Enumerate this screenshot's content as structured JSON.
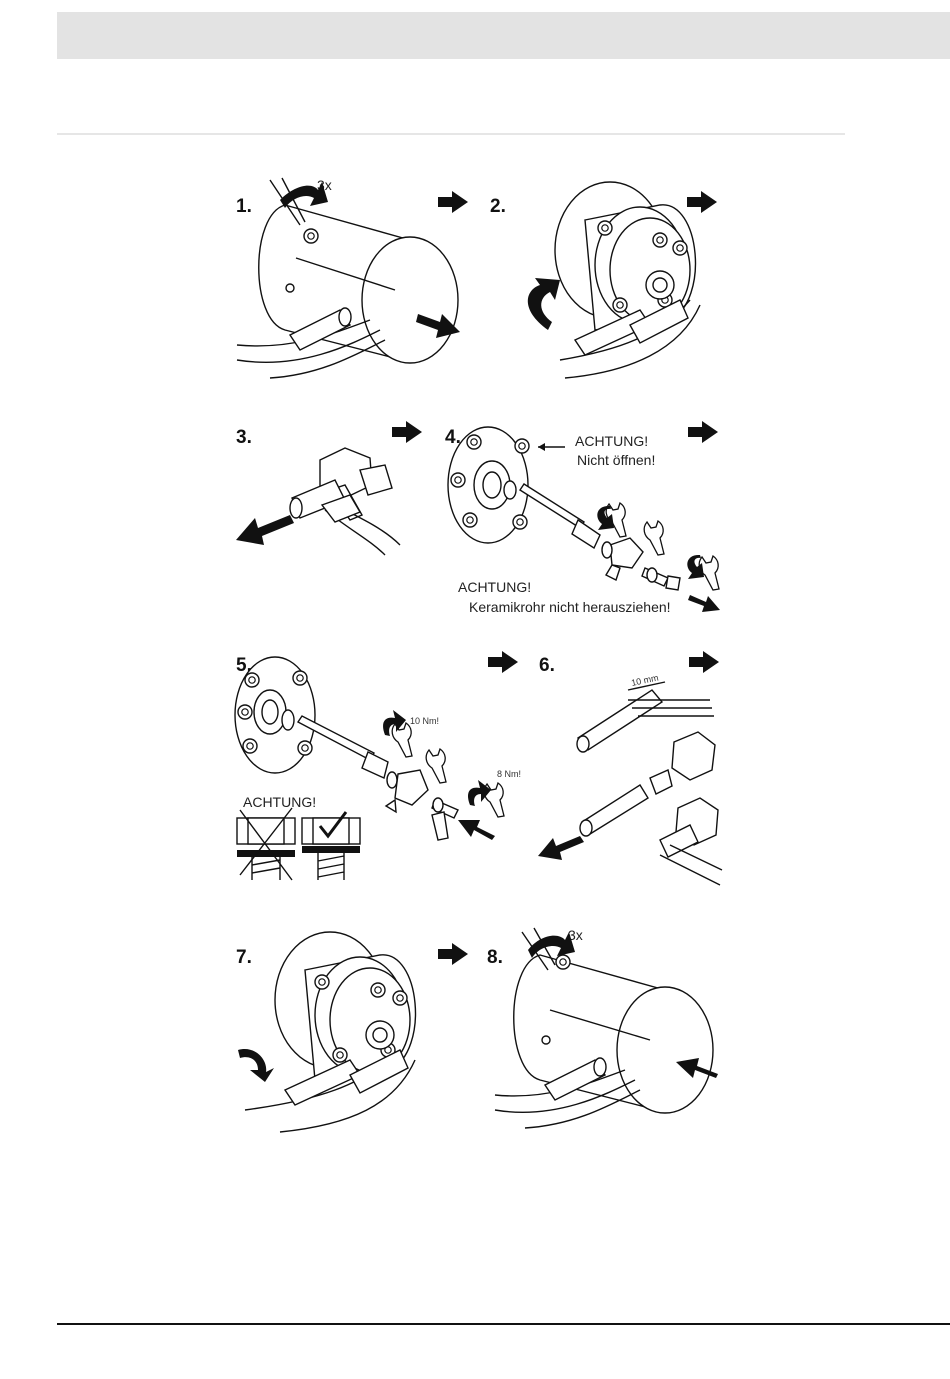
{
  "steps": [
    {
      "number": "1."
    },
    {
      "number": "2."
    },
    {
      "number": "3."
    },
    {
      "number": "4."
    },
    {
      "number": "5."
    },
    {
      "number": "6."
    },
    {
      "number": "7."
    },
    {
      "number": "8."
    }
  ],
  "labels": {
    "step1_count": "3x",
    "step8_count": "3x",
    "step4_warning_title": "ACHTUNG!",
    "step4_warning_text": "Nicht öffnen!",
    "step4_warning2_title": "ACHTUNG!",
    "step4_warning2_text": "Keramikrohr nicht herausziehen!",
    "step5_torque1": "10 Nm!",
    "step5_torque2": "8 Nm!",
    "step5_warning": "ACHTUNG!",
    "step6_measure": "10 mm"
  },
  "icons": [
    "arrow-right-icon",
    "curved-arrow-icon",
    "check-icon"
  ]
}
